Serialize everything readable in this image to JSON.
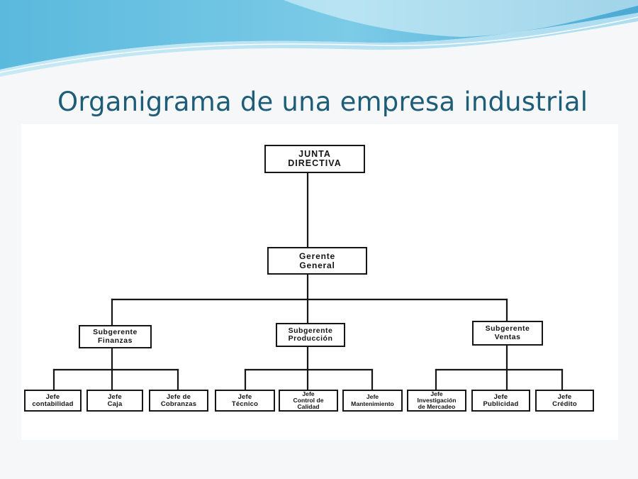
{
  "slide": {
    "title": "Organigrama de una empresa industrial"
  },
  "colors": {
    "title": "#1e5d78",
    "wave_dark": "#4fb3d9",
    "wave_light": "#a9def0",
    "ink": "#161616"
  },
  "org": {
    "root": "JUNTA\nDIRECTIVA",
    "general": "Gerente\nGeneral",
    "subs": [
      {
        "label": "Subgerente\nFinanzas",
        "jefes": [
          "Jefe\ncontabilidad",
          "Jefe\nCaja",
          "Jefe de\nCobranzas"
        ]
      },
      {
        "label": "Subgerente\nProducción",
        "jefes": [
          "Jefe\nTécnico",
          "Jefe\nControl de\nCalidad",
          "Jefe\nMantenimiento"
        ]
      },
      {
        "label": "Subgerente\nVentas",
        "jefes": [
          "Jefe\nInvestigación\nde Mercadeo",
          "Jefe\nPublicidad",
          "Jefe\nCrédito"
        ]
      }
    ]
  }
}
